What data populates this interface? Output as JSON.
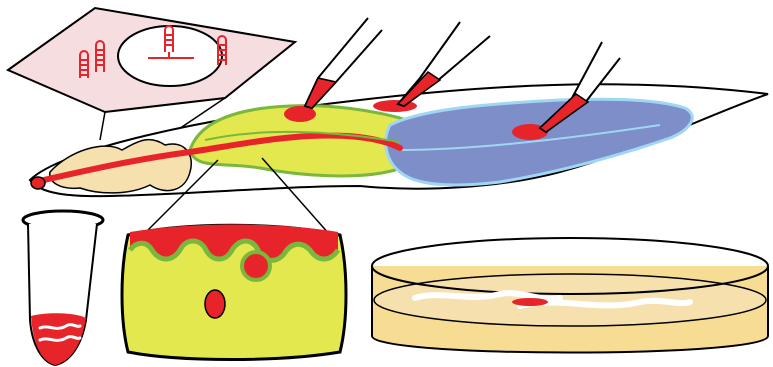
{
  "diagram": {
    "colors": {
      "red": "#e8242b",
      "yellow": "#e3e84e",
      "green": "#79b83c",
      "cream": "#f6e0ad",
      "blue": "#7d8ec8",
      "light_blue": "#9fd6f2",
      "pink": "#f6dde0",
      "agar": "#f7dc94",
      "outline": "#000000",
      "white": "#ffffff"
    },
    "panels": [
      {
        "name": "worm-with-injections",
        "description_visible": false
      },
      {
        "name": "gonad-zoom-inset"
      },
      {
        "name": "rna-hairpin-inset"
      },
      {
        "name": "tube"
      },
      {
        "name": "petri-dish"
      }
    ],
    "needle_count": 3,
    "hairpin_count": 4,
    "worms_on_plate": 2
  }
}
